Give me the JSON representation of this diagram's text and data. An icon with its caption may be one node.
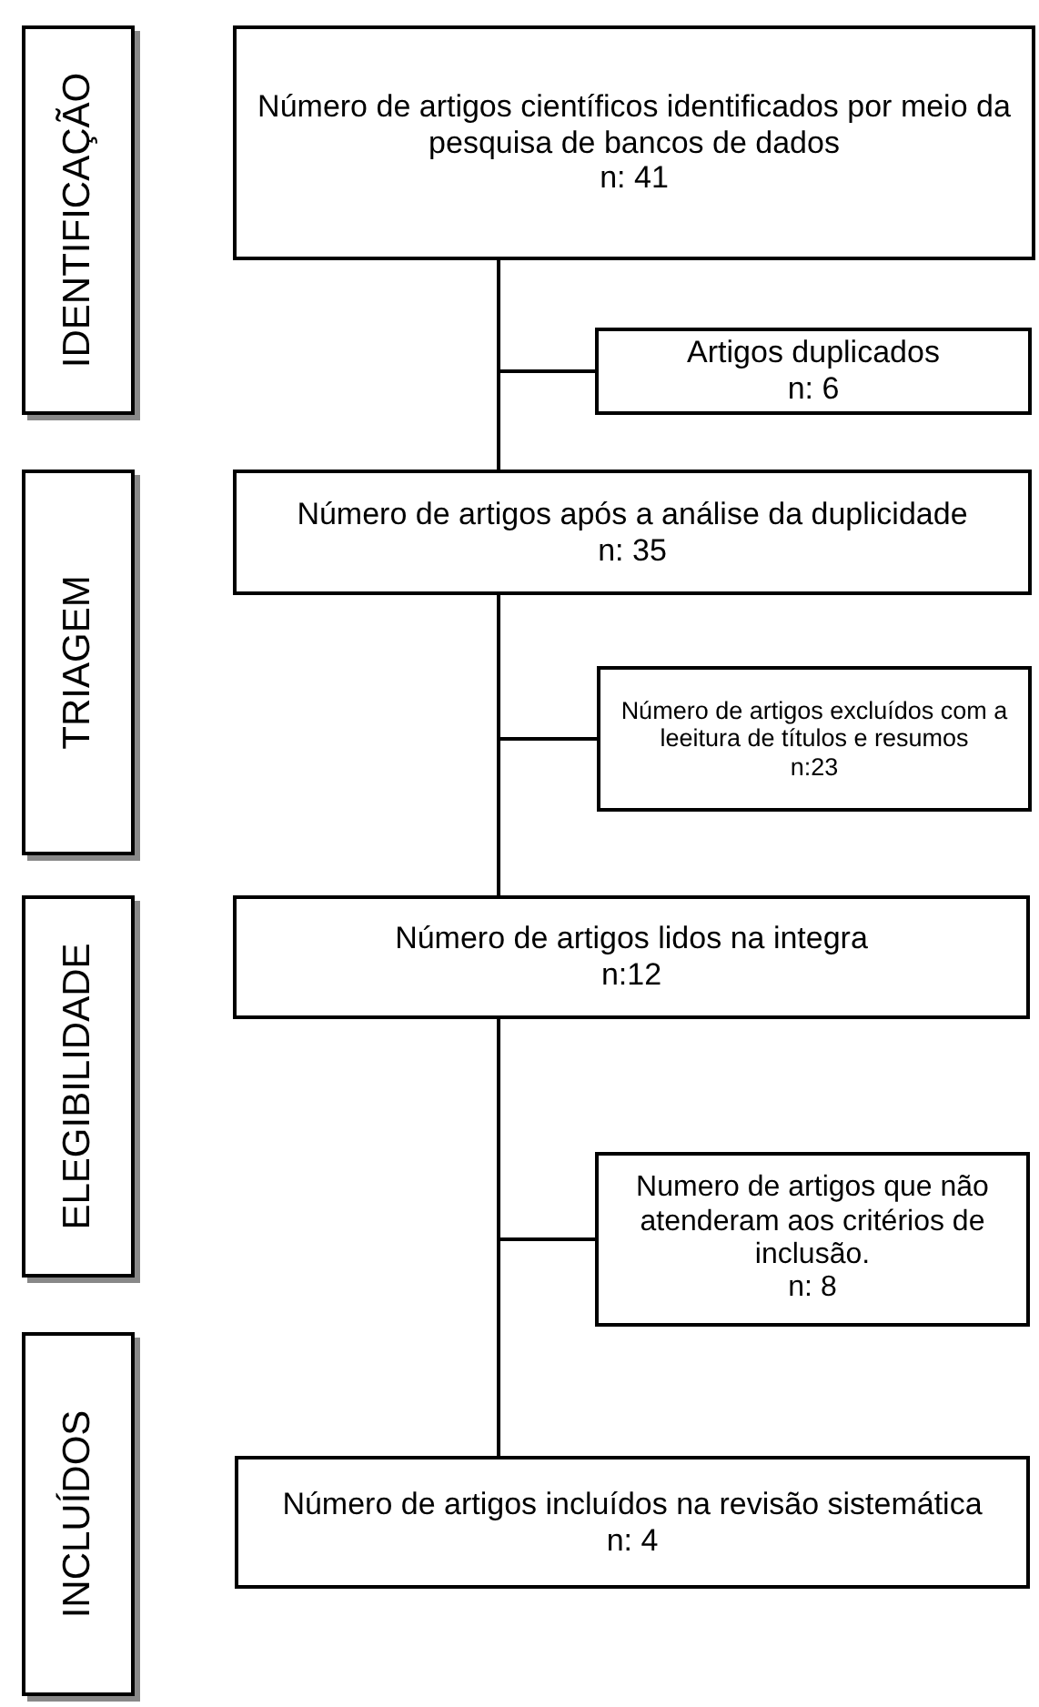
{
  "diagram": {
    "nodes": [
      {
        "text": [
          "IDENTIFICAÇÃO"
        ]
      },
      {
        "text": [
          "Número de artigos científicos identificados por meio da pesquisa de bancos de dados",
          "n: 41"
        ]
      },
      {
        "text": [
          "Artigos duplicados",
          "n: 6"
        ]
      },
      {
        "text": [
          "TRIAGEM"
        ]
      },
      {
        "text": [
          "Número de artigos após a análise da duplicidade",
          "n: 35"
        ]
      },
      {
        "text": [
          "Número de artigos excluídos com a leeitura de títulos e resumos",
          "n:23"
        ]
      },
      {
        "text": [
          "ELEGIBILIDADE"
        ]
      },
      {
        "text": [
          "Número de artigos lidos na integra",
          "n:12"
        ]
      },
      {
        "text": [
          "Numero de artigos que não atenderam aos critérios de inclusão.",
          "n: 8"
        ]
      },
      {
        "text": [
          "INCLUÍDOS"
        ]
      },
      {
        "text": [
          "Número de artigos incluídos na revisão sistemática",
          "n: 4"
        ]
      }
    ],
    "edges": [
      {
        "from": 1,
        "to": 2,
        "arrow": "none"
      },
      {
        "from": 1,
        "to": 4,
        "arrow": "none"
      },
      {
        "from": 4,
        "to": 5,
        "arrow": "none"
      },
      {
        "from": 4,
        "to": 7,
        "arrow": "none"
      },
      {
        "from": 7,
        "to": 8,
        "arrow": "none"
      },
      {
        "from": 7,
        "to": 10,
        "arrow": "none"
      }
    ]
  }
}
